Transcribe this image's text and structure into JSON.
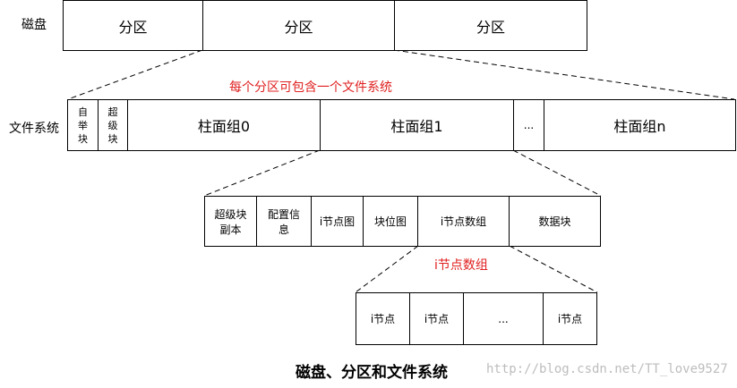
{
  "disk": {
    "label": "磁盘",
    "partitions": [
      "分区",
      "分区",
      "分区"
    ]
  },
  "annotation_partition": "每个分区可包含一个文件系统",
  "filesystem": {
    "label": "文件系统",
    "boot_block": "自举块",
    "super_block": "超级块",
    "groups": [
      "柱面组0",
      "柱面组1",
      "...",
      "柱面组n"
    ]
  },
  "cylinder_group": {
    "cells": [
      "超级块副本",
      "配置信息",
      "i节点图",
      "块位图",
      "i节点数组",
      "数据块"
    ]
  },
  "annotation_inode": "i节点数组",
  "inode_array": {
    "cells": [
      "i节点",
      "i节点",
      "...",
      "i节点"
    ]
  },
  "caption": "磁盘、分区和文件系统",
  "watermark": "http://blog.csdn.net/TT_love9527"
}
